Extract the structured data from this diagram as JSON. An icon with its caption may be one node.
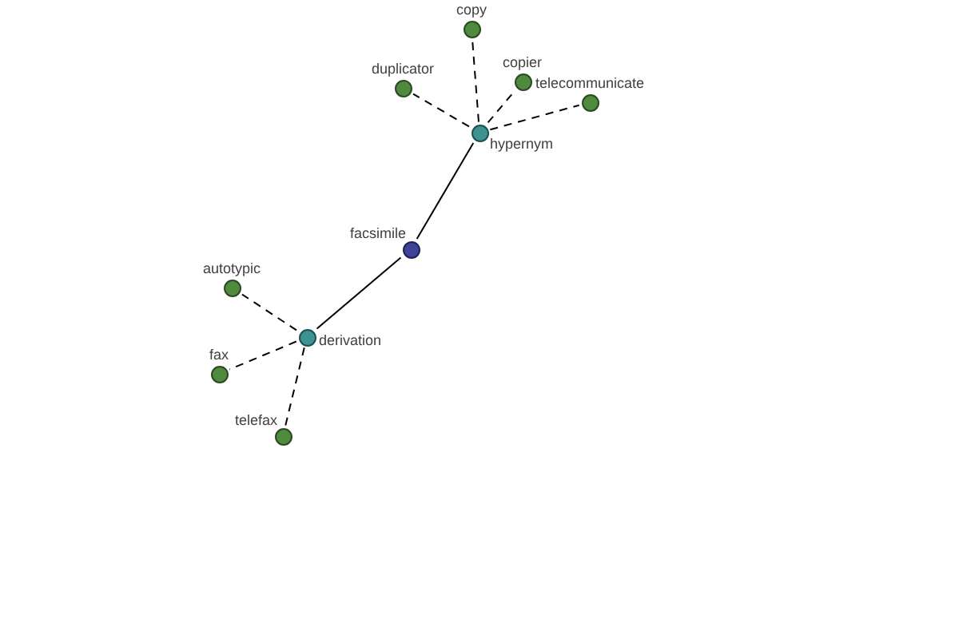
{
  "diagram": {
    "nodes": [
      {
        "text": [
          "copy"
        ]
      },
      {
        "text": [
          "duplicator"
        ]
      },
      {
        "text": [
          "copier"
        ]
      },
      {
        "text": [
          "telecommunicate"
        ]
      },
      {
        "text": [
          "hypernym"
        ]
      },
      {
        "text": [
          "facsimile"
        ]
      },
      {
        "text": [
          "autotypic"
        ]
      },
      {
        "text": [
          "derivation"
        ]
      },
      {
        "text": [
          "fax"
        ]
      },
      {
        "text": [
          "telefax"
        ]
      }
    ],
    "edges": [
      {
        "from": 4,
        "to": 0,
        "arrow": "none",
        "style": "dashed"
      },
      {
        "from": 4,
        "to": 1,
        "arrow": "none",
        "style": "dashed"
      },
      {
        "from": 4,
        "to": 2,
        "arrow": "none",
        "style": "dashed"
      },
      {
        "from": 4,
        "to": 3,
        "arrow": "none",
        "style": "dashed"
      },
      {
        "from": 5,
        "to": 4,
        "arrow": "none"
      },
      {
        "from": 5,
        "to": 7,
        "arrow": "none"
      },
      {
        "from": 7,
        "to": 6,
        "arrow": "none",
        "style": "dashed"
      },
      {
        "from": 7,
        "to": 8,
        "arrow": "none",
        "style": "dashed"
      },
      {
        "from": 7,
        "to": 9,
        "arrow": "none",
        "style": "dashed"
      }
    ]
  }
}
